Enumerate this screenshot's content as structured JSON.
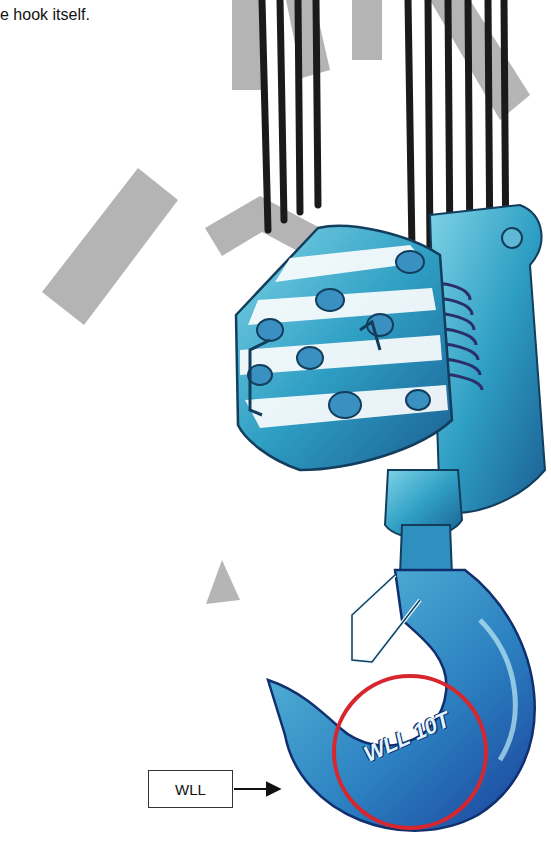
{
  "diagram": {
    "nodes": [
      {
        "text": [
          "WLL"
        ]
      }
    ],
    "labels": [
      "e hook itself.",
      "WLL 10T"
    ]
  }
}
